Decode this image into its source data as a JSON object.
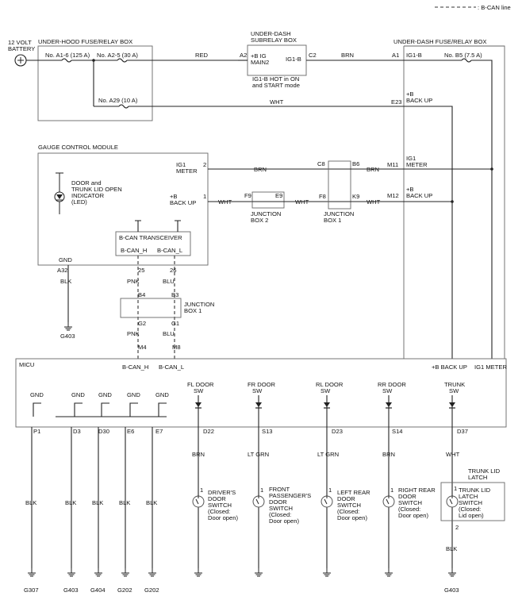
{
  "legend": {
    "bcan": ": B-CAN line"
  },
  "battery": {
    "l1": "12 VOLT",
    "l2": "BATTERY"
  },
  "uh_box": {
    "title": "UNDER-HOOD FUSE/RELAY BOX",
    "f1": "No. A1-6 (125 A)",
    "f2": "No. A2-5 (30 A)",
    "f3": "No. A29 (10 A)"
  },
  "subrelay": {
    "t1": "UNDER-DASH",
    "t2": "SUBRELAY BOX",
    "pA2": "A2",
    "l1": "+B IG",
    "l2": "MAIN2",
    "ig1b": "IG1-B",
    "pC2": "C2",
    "note1": "IG1-B HOT in ON",
    "note2": "and START mode"
  },
  "ud_box": {
    "title": "UNDER-DASH FUSE/RELAY BOX",
    "pA1": "A1",
    "ig1b": "IG1-B",
    "fuse": "No. B5 (7.5 A)",
    "bu1": "+B",
    "bu2": "BACK UP",
    "pE23": "E23",
    "m11": "M11",
    "m12": "M12",
    "ig1_1": "IG1",
    "ig1_2": "METER",
    "bup1": "+B",
    "bup2": "BACK UP"
  },
  "wires": {
    "red": "RED",
    "brn": "BRN",
    "wht": "WHT",
    "pnk": "PNK",
    "blu": "BLU",
    "blk": "BLK",
    "ltgrn": "LT GRN"
  },
  "gcm": {
    "title": "GAUGE CONTROL MODULE",
    "ig1": "IG1",
    "meter": "METER",
    "p2": "2",
    "p1": "1",
    "bplus": "+B",
    "backup": "BACK UP",
    "led1": "DOOR and",
    "led2": "TRUNK LID OPEN",
    "led3": "INDICATOR",
    "led4": "(LED)",
    "tx": "B-CAN TRANSCEIVER",
    "canh": "B-CAN_H",
    "canl": "B-CAN_L",
    "gnd": "GND",
    "a32": "A32",
    "p25": "25",
    "p26": "26"
  },
  "jb2": {
    "f9": "F9",
    "e9": "E9",
    "l1": "JUNCTION",
    "l2": "BOX 2"
  },
  "jb1": {
    "c8": "C8",
    "b6": "B6",
    "f8": "F8",
    "k9": "K9",
    "l1": "JUNCTION",
    "l2": "BOX 1",
    "b4": "B4",
    "b3": "B3",
    "g2": "G2",
    "g1": "G1"
  },
  "grounds": {
    "g403": "G403",
    "g307": "G307",
    "g404": "G404",
    "g202": "G202"
  },
  "micu": {
    "title": "MICU",
    "m4": "M4",
    "m8": "M8",
    "canh": "B-CAN_H",
    "canl": "B-CAN_L",
    "bup": "+B BACK UP",
    "ig1m": "IG1 METER",
    "gnd": "GND",
    "pins": [
      "P1",
      "D3",
      "D30",
      "E6",
      "E7",
      "D22",
      "S13",
      "D23",
      "S14",
      "D37"
    ],
    "sw": [
      "FL DOOR",
      "FR DOOR",
      "RL DOOR",
      "RR DOOR",
      "TRUNK"
    ],
    "swsuffix": "SW"
  },
  "switches": {
    "one": "1",
    "two": "2",
    "drv": [
      "DRIVER'S",
      "DOOR",
      "SWITCH",
      "(Closed:",
      "Door open)"
    ],
    "fp": [
      "FRONT",
      "PASSENGER'S",
      "DOOR",
      "SWITCH",
      "(Closed:",
      "Door open)"
    ],
    "lr": [
      "LEFT REAR",
      "DOOR",
      "SWITCH",
      "(Closed:",
      "Door open)"
    ],
    "rr": [
      "RIGHT REAR",
      "DOOR",
      "SWITCH",
      "(Closed:",
      "Door open)"
    ],
    "tr": [
      "TRUNK LID",
      "LATCH",
      "SWITCH",
      "(Closed:",
      "Lid open)"
    ],
    "trunk_latch": [
      "TRUNK LID",
      "LATCH"
    ]
  }
}
